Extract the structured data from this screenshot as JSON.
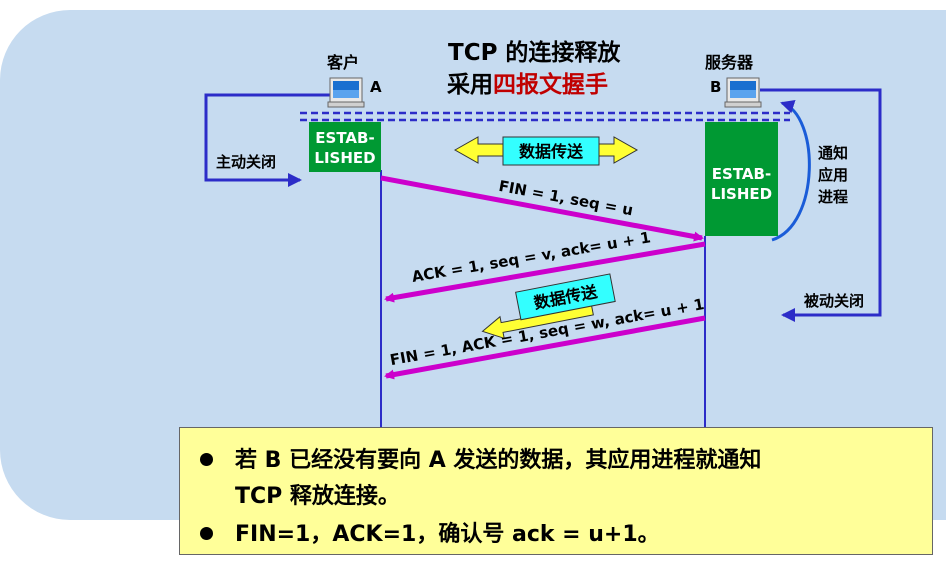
{
  "title": {
    "line1": "TCP 的连接释放",
    "line2_prefix": "采用",
    "line2_red": "四报文握手"
  },
  "client": {
    "name": "客户",
    "letter": "A",
    "state": [
      "ESTAB-",
      "LISHED"
    ],
    "action": "主动关闭"
  },
  "server": {
    "name": "服务器",
    "letter": "B",
    "state": [
      "ESTAB-",
      "LISHED"
    ],
    "notify": [
      "通知",
      "应用",
      "进程"
    ],
    "action": "被动关闭"
  },
  "messages": {
    "data_transfer_1": "数据传送",
    "fin1": "FIN = 1, seq = u",
    "ack": "ACK = 1, seq = v, ack= u + 1",
    "data_transfer_2": "数据传送",
    "fin2": "FIN = 1, ACK = 1, seq = w, ack= u + 1"
  },
  "note": {
    "bullet1_line1": "若 B 已经没有要向 A 发送的数据，其应用进程就通知",
    "bullet1_line2": "TCP 释放连接。",
    "bullet2": "FIN=1，ACK=1，确认号 ack = u+1。"
  },
  "colors": {
    "background": "#c6dbf0",
    "state_box": "#009933",
    "message_arrow": "#cc00cc",
    "path_arrow": "#2c2cc8",
    "data_box": "#33ffff",
    "data_arrow": "#ffff33",
    "note": "#ffff99",
    "title_red": "#c00000"
  }
}
